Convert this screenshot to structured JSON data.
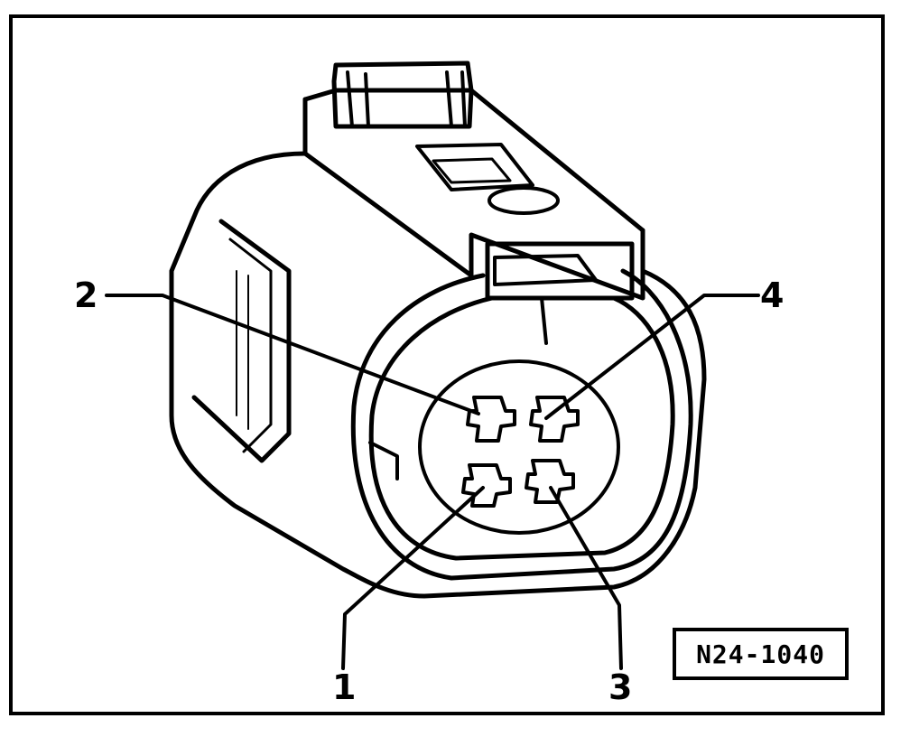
{
  "diagram": {
    "callouts": [
      {
        "id": "callout-1",
        "label": "1"
      },
      {
        "id": "callout-2",
        "label": "2"
      },
      {
        "id": "callout-3",
        "label": "3"
      },
      {
        "id": "callout-4",
        "label": "4"
      }
    ],
    "figure_code": "N24-1040",
    "colors": {
      "ink": "#000000",
      "background": "#ffffff"
    }
  }
}
